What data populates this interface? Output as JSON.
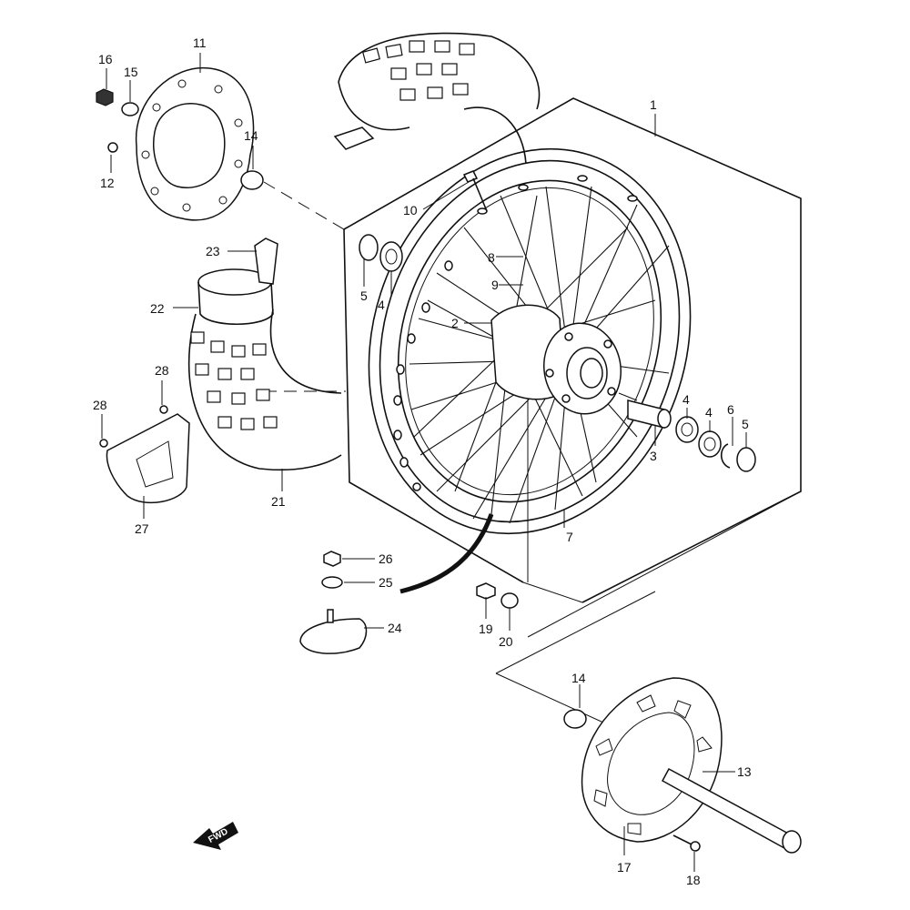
{
  "colors": {
    "ink": "#111111",
    "background": "#ffffff"
  },
  "fwd_label": "FWD",
  "callouts": {
    "c1": "1",
    "c2": "2",
    "c3": "3",
    "c4a": "4",
    "c4b": "4",
    "c4c": "4",
    "c5a": "5",
    "c5b": "5",
    "c6": "6",
    "c7": "7",
    "c8": "8",
    "c9": "9",
    "c10": "10",
    "c11": "11",
    "c12": "12",
    "c13": "13",
    "c14a": "14",
    "c14b": "14",
    "c15": "15",
    "c16": "16",
    "c17": "17",
    "c18": "18",
    "c19": "19",
    "c20": "20",
    "c21": "21",
    "c22": "22",
    "c23": "23",
    "c24": "24",
    "c25": "25",
    "c26": "26",
    "c27": "27",
    "c28a": "28",
    "c28b": "28"
  }
}
